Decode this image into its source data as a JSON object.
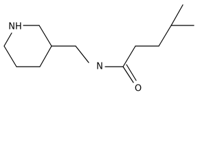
{
  "molecule": {
    "atoms": {
      "nh_ring": "NH",
      "n_amide": "N",
      "o_carbonyl": "O"
    }
  },
  "colors": {
    "bond": "#000000",
    "background": "#ffffff"
  }
}
